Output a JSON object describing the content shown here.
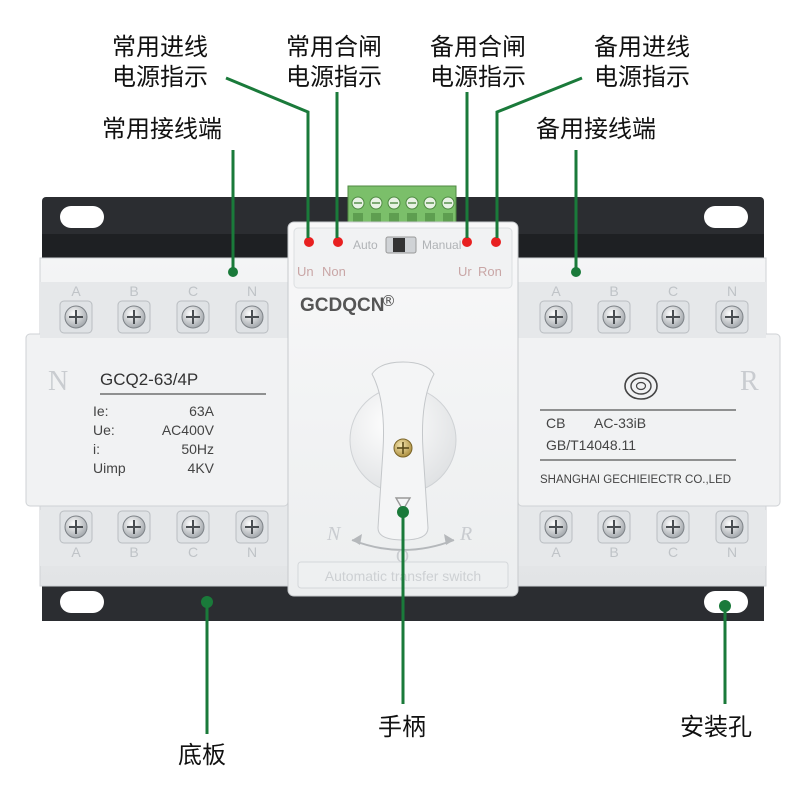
{
  "labels": {
    "normal_incoming_line1": "常用进线",
    "normal_incoming_line2": "电源指示",
    "normal_closing_line1": "常用合闸",
    "normal_closing_line2": "电源指示",
    "backup_closing_line1": "备用合闸",
    "backup_closing_line2": "电源指示",
    "backup_incoming_line1": "备用进线",
    "backup_incoming_line2": "电源指示",
    "normal_terminal": "常用接线端",
    "backup_terminal": "备用接线端",
    "handle": "手柄",
    "base_plate": "底板",
    "mounting_hole": "安装孔"
  },
  "device": {
    "brand": "GCDQCN",
    "brand_mark": "®",
    "mode_auto": "Auto",
    "mode_manual": "Manual",
    "led_un": "Un",
    "led_non": "Non",
    "led_ur": "Ur",
    "led_ron": "Ron",
    "side_n": "N",
    "side_r": "R",
    "pos_n": "N",
    "pos_o": "O",
    "pos_r": "R",
    "bottom_text": "Automatic transfer switch",
    "phases": [
      "A",
      "B",
      "C",
      "N"
    ],
    "left_panel": {
      "model": "GCQ2-63/4P",
      "specs": [
        {
          "key": "Ie:",
          "val": "63A"
        },
        {
          "key": "Ue:",
          "val": "AC400V"
        },
        {
          "key": "i:",
          "val": "50Hz"
        },
        {
          "key": "Uimp",
          "val": "4KV"
        }
      ]
    },
    "right_panel": {
      "cert_mark": "CCC",
      "cb_key": "CB",
      "cb_val": "AC-33iB",
      "standard": "GB/T14048.11",
      "maker": "SHANGHAI GECHIEIECTR CO.,LED"
    }
  },
  "colors": {
    "leader_green": "#1a7a3a",
    "led_red": "#e82020",
    "base_dark": "#2b2d31",
    "body_light": "#eceeef",
    "terminal_green": "#7bbf6a"
  }
}
